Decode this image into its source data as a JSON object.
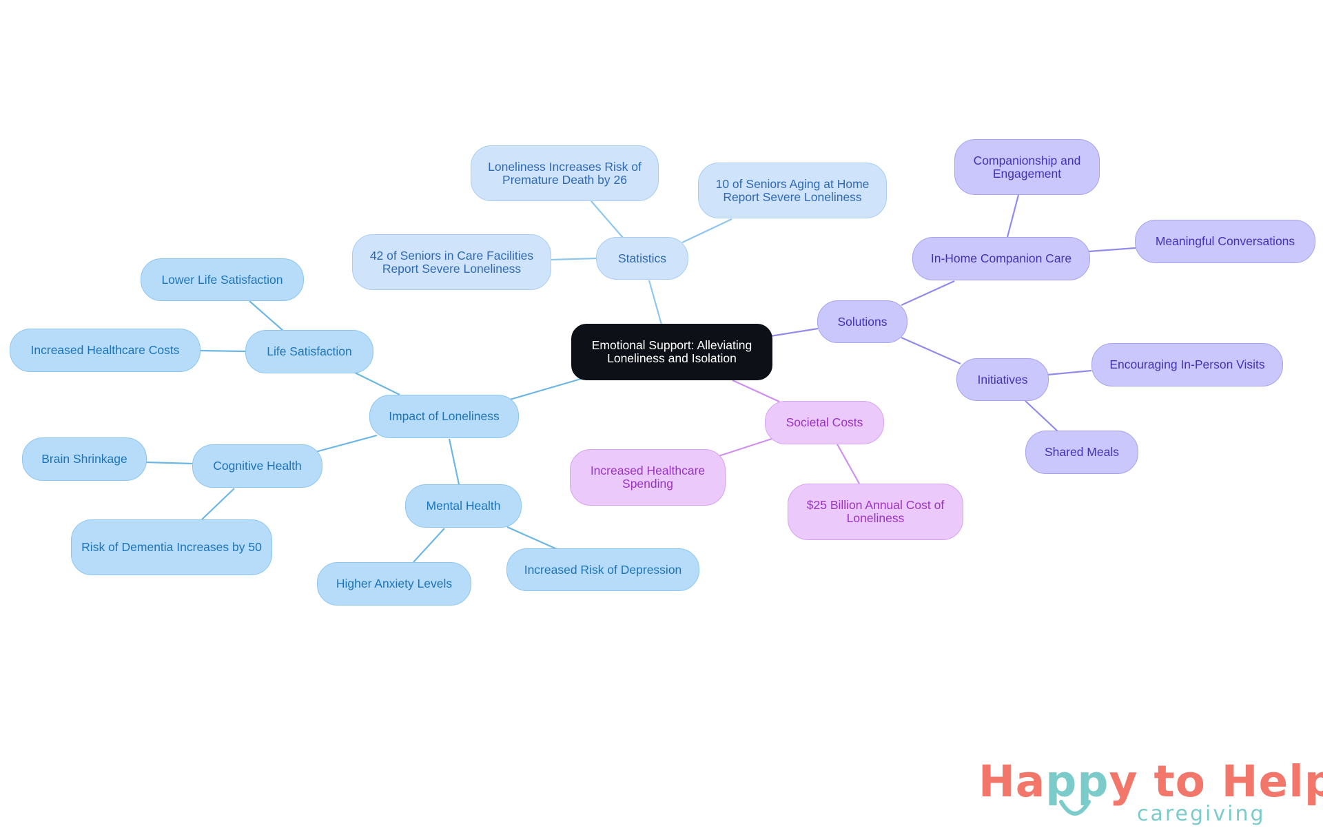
{
  "mindmap": {
    "root": "Emotional Support: Alleviating Loneliness and Isolation",
    "branches": {
      "statistics": {
        "label": "Statistics",
        "children": [
          "Loneliness Increases Risk of Premature Death by 26",
          "10 of Seniors Aging at Home Report Severe Loneliness",
          "42 of Seniors in Care Facilities Report Severe Loneliness"
        ]
      },
      "impact": {
        "label": "Impact of Loneliness",
        "life_satisfaction": {
          "label": "Life Satisfaction",
          "children": [
            "Lower Life Satisfaction",
            "Increased Healthcare Costs"
          ]
        },
        "cognitive_health": {
          "label": "Cognitive Health",
          "children": [
            "Brain Shrinkage",
            "Risk of Dementia Increases by 50"
          ]
        },
        "mental_health": {
          "label": "Mental Health",
          "children": [
            "Higher Anxiety Levels",
            "Increased Risk of Depression"
          ]
        }
      },
      "solutions": {
        "label": "Solutions",
        "in_home": {
          "label": "In-Home Companion Care",
          "children": [
            "Companionship and Engagement",
            "Meaningful Conversations"
          ]
        },
        "initiatives": {
          "label": "Initiatives",
          "children": [
            "Encouraging In-Person Visits",
            "Shared Meals"
          ]
        }
      },
      "societal": {
        "label": "Societal Costs",
        "children": [
          "Increased Healthcare Spending",
          "$25 Billion Annual Cost of Loneliness"
        ]
      }
    }
  },
  "logo": {
    "part1": "Ha",
    "part2": "pp",
    "part3": "y to Help",
    "subtitle": "caregiving"
  },
  "colors": {
    "root": "#0d1117",
    "statistics": "#cfe3fb",
    "impact": "#b6dcfa",
    "solutions": "#c9c7fb",
    "societal": "#ebc9fb",
    "logo_coral": "#f2766a",
    "logo_teal": "#7ccbcb"
  }
}
